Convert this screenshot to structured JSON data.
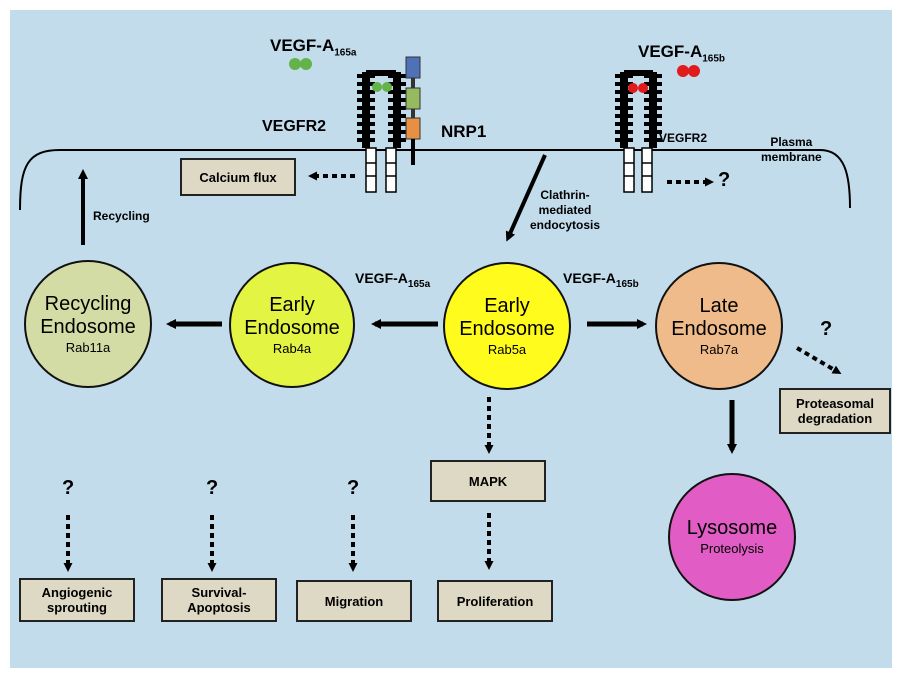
{
  "ligands": {
    "vegf_a165a": {
      "base": "VEGF-A",
      "sub": "165a"
    },
    "vegf_a165b": {
      "base": "VEGF-A",
      "sub": "165b"
    }
  },
  "receptors": {
    "vegfr2_left": "VEGFR2",
    "vegfr2_right": "VEGFR2",
    "nrp1": "NRP1"
  },
  "membrane": {
    "label": "Plasma\nmembrane"
  },
  "pathway_labels": {
    "clathrin": "Clathrin-\nmediated\nendocytosis",
    "recycling": "Recycling"
  },
  "endosomes": {
    "recycling": {
      "line1": "Recycling",
      "line2": "Endosome",
      "marker": "Rab11a"
    },
    "early_rab4": {
      "line1": "Early",
      "line2": "Endosome",
      "marker": "Rab4a"
    },
    "early_rab5": {
      "line1": "Early",
      "line2": "Endosome",
      "marker": "Rab5a"
    },
    "late": {
      "line1": "Late",
      "line2": "Endosome",
      "marker": "Rab7a"
    },
    "lysosome": {
      "line1": "Lysosome",
      "marker": "Proteolysis"
    }
  },
  "boxes": {
    "calcium_flux": "Calcium flux",
    "proteasomal": "Proteasomal\ndegradation",
    "mapk": "MAPK",
    "angiogenic": "Angiogenic\nsprouting",
    "survival": "Survival-\nApoptosis",
    "migration": "Migration",
    "proliferation": "Proliferation"
  },
  "unknown_mark": "?",
  "colors": {
    "background": "#c2dcec",
    "recycling_endosome": "#d3dca4",
    "early_endosome_rab4": "#e3f443",
    "early_endosome_rab5": "#fffb1d",
    "late_endosome": "#f0bb8a",
    "lysosome": "#e15cc4",
    "effector_box": "#ded9c4",
    "vegf_a165a_dimer": "#63b24a",
    "vegf_a165b_dimer": "#e11b1b",
    "nrp1_domain_blue": "#4f71b7",
    "nrp1_domain_green": "#96bb5e",
    "nrp1_domain_orange": "#e78f42"
  }
}
